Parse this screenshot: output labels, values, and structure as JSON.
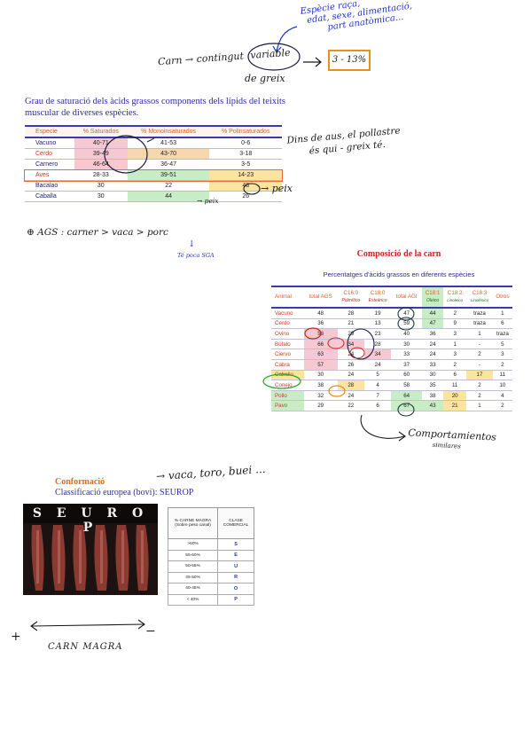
{
  "notes": {
    "top_right": [
      "Espècie raça,",
      "edat, sexe, alimentació,",
      "part anatòmica..."
    ],
    "carn_note": "Carn → contingut variable de greix",
    "carn_word": "Carn →",
    "contingut": "contingut",
    "variable": "variable",
    "de_greix": "de greix",
    "percent_box": "3 - 13%",
    "right_note_1": "Dins de aus, el pollastre",
    "right_note_2": "és qui - greix té.",
    "peix_1": "→ peix",
    "peix_2": "→ peix",
    "ags_note": "⊕ AGS : carner > vaca > porc",
    "ags_arrow": "↓",
    "ags_sub": "Té poca SGA",
    "comportamientos_1": "Comportamientos",
    "comportamientos_2": "similares",
    "vaca_note": "→ vaca, toro, buei ...",
    "carn_magra": "CARN MAGRA",
    "plus": "+",
    "minus": "−"
  },
  "table1": {
    "title": "Grau de saturació dels àcids grassos components dels lípids del teixits muscular de diverses espècies.",
    "headers": [
      "Especie",
      "% Saturados",
      "% Monoinsaturados",
      "% Polinsaturados"
    ],
    "rows": [
      [
        "Vacuno",
        "40-71",
        "41-53",
        "0-6"
      ],
      [
        "Cerdo",
        "39-49",
        "43-70",
        "3-18"
      ],
      [
        "Carnero",
        "46-64",
        "36-47",
        "3-5"
      ],
      [
        "Aves",
        "28-33",
        "39-51",
        "14-23"
      ],
      [
        "Bacalao",
        "30",
        "22",
        "48"
      ],
      [
        "Caballa",
        "30",
        "44",
        "26"
      ]
    ]
  },
  "table2": {
    "title": "Composició de la carn",
    "subtitle": "Percentatges d'àcids grassos en diferents espècies",
    "headers": [
      "Animal",
      "total AGS",
      "C16:0",
      "C18:0",
      "total AGI",
      "C18:1",
      "C18:2",
      "C18:3",
      "Otros"
    ],
    "header_notes": [
      "",
      "",
      "Palmítico",
      "Esteárico",
      "",
      "Oleico",
      "Linoleico",
      "Linolénico",
      ""
    ],
    "rows": [
      [
        "Vacuno",
        "48",
        "28",
        "19",
        "47",
        "44",
        "2",
        "traza",
        "1"
      ],
      [
        "Cerdo",
        "36",
        "21",
        "13",
        "59",
        "47",
        "9",
        "traza",
        "6"
      ],
      [
        "Ovino",
        "56",
        "29",
        "23",
        "40",
        "36",
        "3",
        "1",
        "traza"
      ],
      [
        "Búfalo",
        "66",
        "34",
        "28",
        "30",
        "24",
        "1",
        "-",
        "5"
      ],
      [
        "Ciervo",
        "63",
        "24",
        "34",
        "33",
        "24",
        "3",
        "2",
        "3"
      ],
      [
        "Cabra",
        "57",
        "26",
        "24",
        "37",
        "33",
        "2",
        "-",
        "2"
      ],
      [
        "Caballo",
        "30",
        "24",
        "5",
        "60",
        "30",
        "6",
        "17",
        "11"
      ],
      [
        "Conejo",
        "38",
        "28",
        "4",
        "58",
        "35",
        "11",
        "2",
        "10"
      ],
      [
        "Pollo",
        "32",
        "24",
        "7",
        "64",
        "38",
        "20",
        "2",
        "4"
      ],
      [
        "Pavo",
        "29",
        "22",
        "6",
        "67",
        "43",
        "21",
        "1",
        "2"
      ]
    ]
  },
  "conformacio": {
    "title": "Conformació",
    "subtitle": "Classificació europea (boví): SEUROP",
    "photo_label": "S E U R O P",
    "table_headers": [
      "% CARNE MAGRA (Sobre peso canal)",
      "CLASE COMERCIAL"
    ],
    "rows": [
      [
        ">60%",
        "S"
      ],
      [
        "55-60%",
        "E"
      ],
      [
        "50-55%",
        "U"
      ],
      [
        "45-50%",
        "R"
      ],
      [
        "40-45%",
        "O"
      ],
      [
        "< 40%",
        "P"
      ]
    ]
  }
}
